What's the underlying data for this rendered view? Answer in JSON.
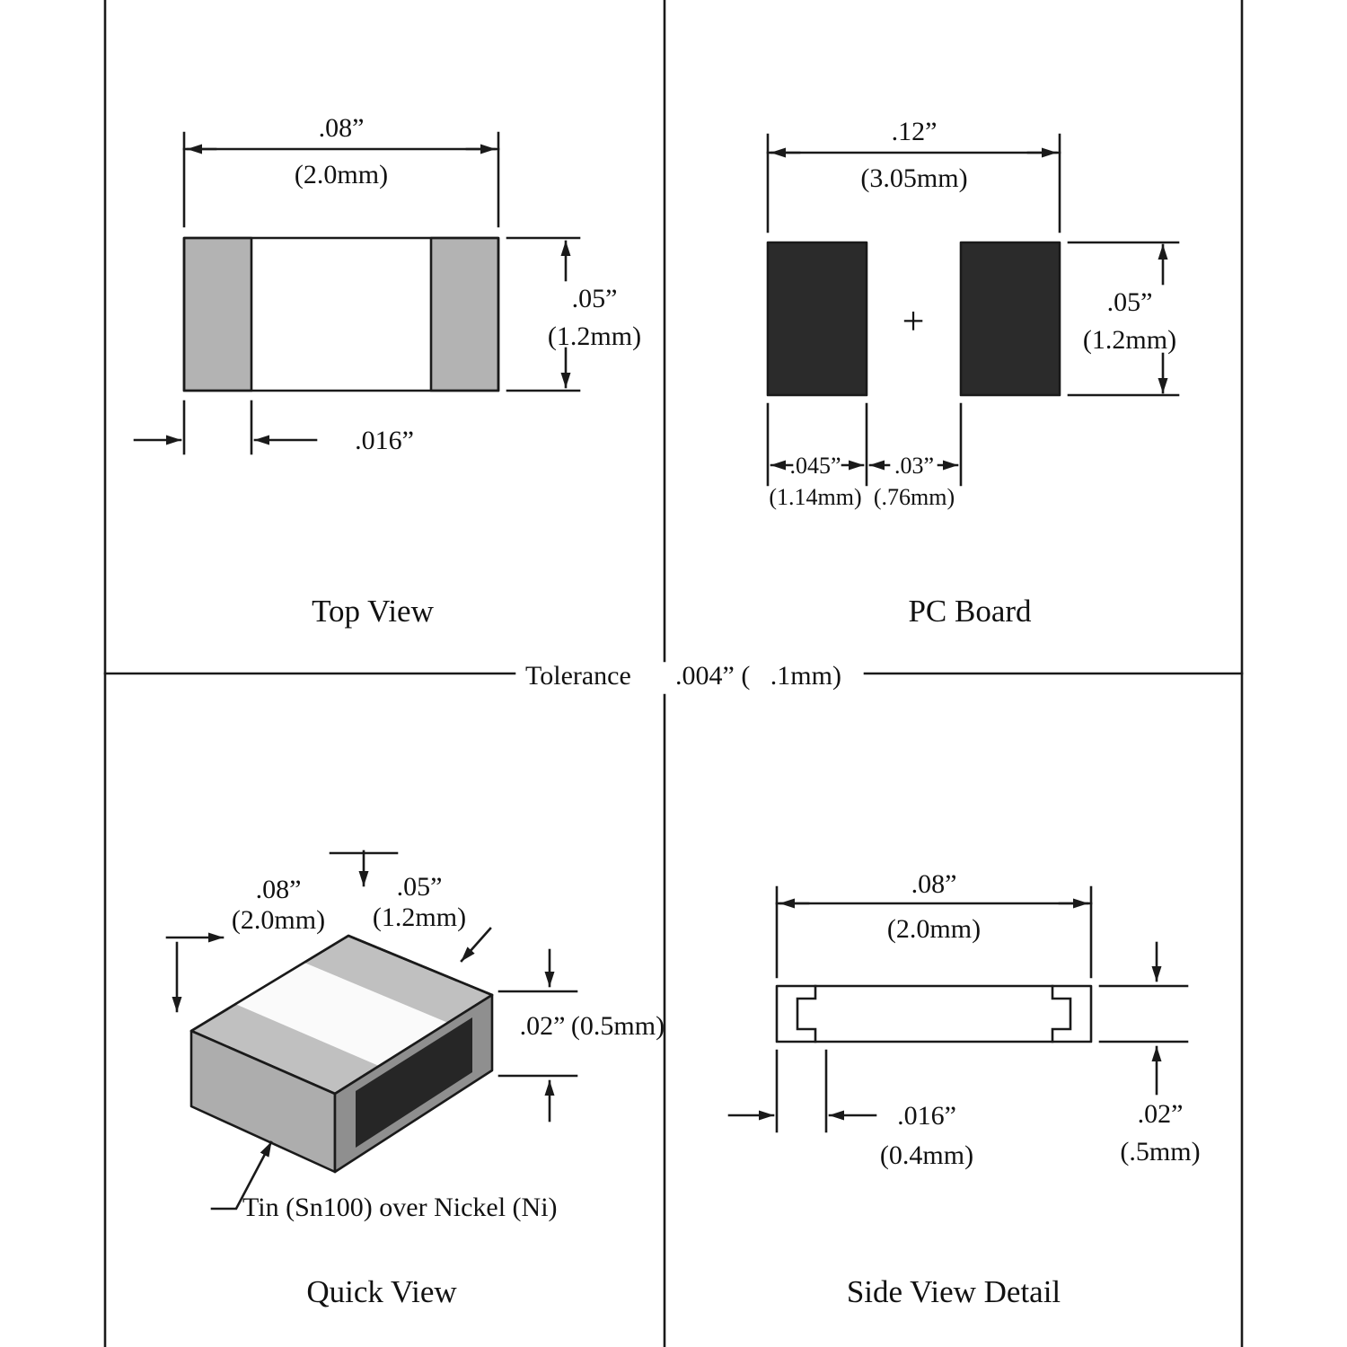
{
  "tolerance": {
    "label": "Tolerance",
    "value": ".004” (   .1mm)"
  },
  "top_view": {
    "caption": "Top View",
    "width_in": ".08”",
    "width_mm": "(2.0mm)",
    "height_in": ".05”",
    "height_mm": "(1.2mm)",
    "terminal_in": ".016”"
  },
  "pc_board": {
    "caption": "PC Board",
    "plus": "+",
    "span_in": ".12”",
    "span_mm": "(3.05mm)",
    "height_in": ".05”",
    "height_mm": "(1.2mm)",
    "pad_in": ".045”",
    "pad_mm": "(1.14mm)",
    "gap_in": ".03”",
    "gap_mm": "(.76mm)"
  },
  "quick_view": {
    "caption": "Quick View",
    "length_in": ".08”",
    "length_mm": "(2.0mm)",
    "width_in": ".05”",
    "width_mm": "(1.2mm)",
    "thickness_in": ".02”",
    "thickness_mm": "(0.5mm)",
    "plating_note": "Tin (Sn100) over Nickel (Ni)"
  },
  "side_view": {
    "caption": "Side View Detail",
    "length_in": ".08”",
    "length_mm": "(2.0mm)",
    "terminal_in": ".016”",
    "terminal_mm": "(0.4mm)",
    "thickness_in": ".02”",
    "thickness_mm": "(.5mm)"
  },
  "colors": {
    "line": "#1a1a1a",
    "pad_fill": "#2b2b2b",
    "terminal_fill": "#b3b3b3",
    "iso_top": "#c0c0c0",
    "iso_end": "#adadad",
    "iso_side": "#8f8f8f",
    "iso_recess": "#262626",
    "iso_body": "#fafafa"
  }
}
